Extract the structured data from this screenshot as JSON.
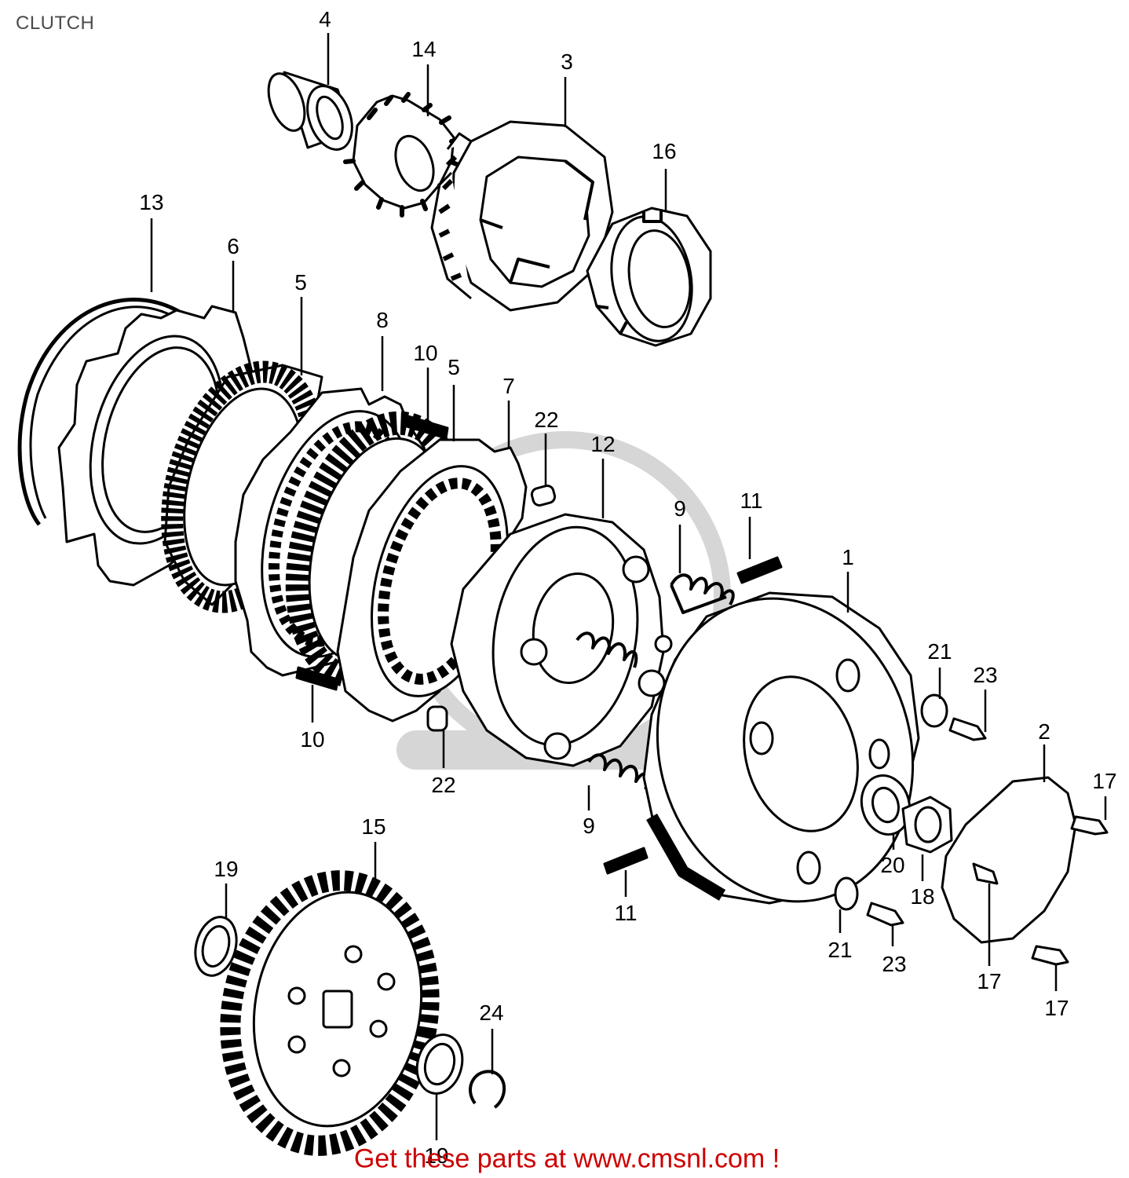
{
  "title": "CLUTCH",
  "footer": "Get these parts at www.cmsnl.com !",
  "colors": {
    "line": "#000000",
    "watermark": "#d6d6d6",
    "footer": "#cc0000",
    "title": "#4a4a4a"
  },
  "part_labels": [
    "4",
    "14",
    "3",
    "16",
    "13",
    "6",
    "5",
    "8",
    "10",
    "5",
    "7",
    "22",
    "12",
    "9",
    "11",
    "1",
    "21",
    "23",
    "2",
    "17",
    "10",
    "22",
    "9",
    "20",
    "18",
    "15",
    "19",
    "11",
    "21",
    "23",
    "17",
    "17",
    "24",
    "19"
  ]
}
